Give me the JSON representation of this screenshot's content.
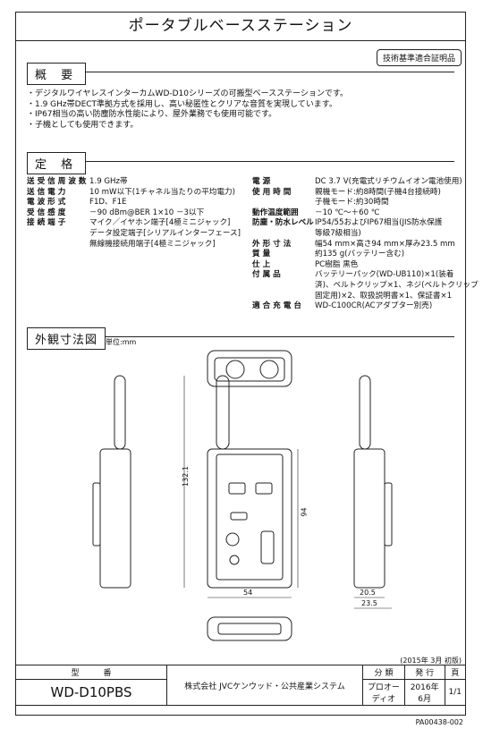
{
  "title": "ポータブルベースステーション",
  "badge": "技術基準適合証明品",
  "sections": {
    "overview": "概 要",
    "spec": "定 格",
    "dims": "外観寸法図"
  },
  "overview": [
    "・デジタルワイヤレスインターカムWD-D10シリーズの可搬型ベースステーションです。",
    "・1.9 GHz帯DECT準拠方式を採用し、高い秘匿性とクリアな音質を実現しています。",
    "・IP67相当の高い防塵防水性能により、屋外業務でも使用可能です。",
    "・子機としても使用できます。"
  ],
  "spec_left": [
    {
      "k": "送 受 信 周 波 数",
      "v": [
        "1.9 GHz帯"
      ]
    },
    {
      "k": "送 信 電 力",
      "v": [
        "10 mW以下(1チャネル当たりの平均電力)"
      ]
    },
    {
      "k": "電 波 形 式",
      "v": [
        "F1D、F1E"
      ]
    },
    {
      "k": "受 信 感 度",
      "v": [
        "－90 dBm@BER 1×10 －3以下"
      ]
    },
    {
      "k": "接 続 端 子",
      "v": [
        "マイク／イヤホン端子[4極ミニジャック]",
        "データ設定端子[シリアルインターフェース]",
        "無線機接続用端子[4極ミニジャック]"
      ]
    }
  ],
  "spec_right": [
    {
      "k": "電 源",
      "v": [
        "DC 3.7 V(充電式リチウムイオン電池使用)"
      ]
    },
    {
      "k": "使 用 時 間",
      "v": [
        "親機モード:約8時間(子機4台接続時)",
        "子機モード:約30時間"
      ]
    },
    {
      "k": "動作温度範囲",
      "v": [
        "－10 ℃～＋60 ℃"
      ]
    },
    {
      "k": "防塵・防水レベル",
      "v": [
        "IP54/55およびIP67相当(JIS防水保護",
        "等級7級相当)"
      ]
    },
    {
      "k": "外 形 寸 法",
      "v": [
        "幅54 mm×高さ94 mm×厚み23.5 mm"
      ]
    },
    {
      "k": "質 量",
      "v": [
        "約135 g(バッテリー含む)"
      ]
    },
    {
      "k": "仕 上",
      "v": [
        "PC樹脂 黒色"
      ]
    },
    {
      "k": "付 属 品",
      "v": [
        "バッテリーパック(WD-UB110)×1(装着",
        "済)、ベルトクリップ×1、ネジ(ベルトクリップ",
        "固定用)×2、取扱説明書×1、保証書×1"
      ]
    },
    {
      "k": "適 合 充 電 台",
      "v": [
        "WD-C100CR(ACアダプター別売)"
      ]
    }
  ],
  "unit": "単位:mm",
  "dims": {
    "h1": "132.1",
    "h2": "94",
    "w": "54",
    "d1": "20.5",
    "d2": "23.5"
  },
  "edition": "(2015年 3月 初版)",
  "footer": {
    "h_model": "型　　　番",
    "h_class": "分 類",
    "h_issue": "発 行",
    "h_page": "頁",
    "model": "WD-D10PBS",
    "company": "株式会社 JVCケンウッド・公共産業システム",
    "class": "プロオーディオ",
    "issue": "2016年6月",
    "page": "1/1"
  },
  "docno": "PA00438-002"
}
